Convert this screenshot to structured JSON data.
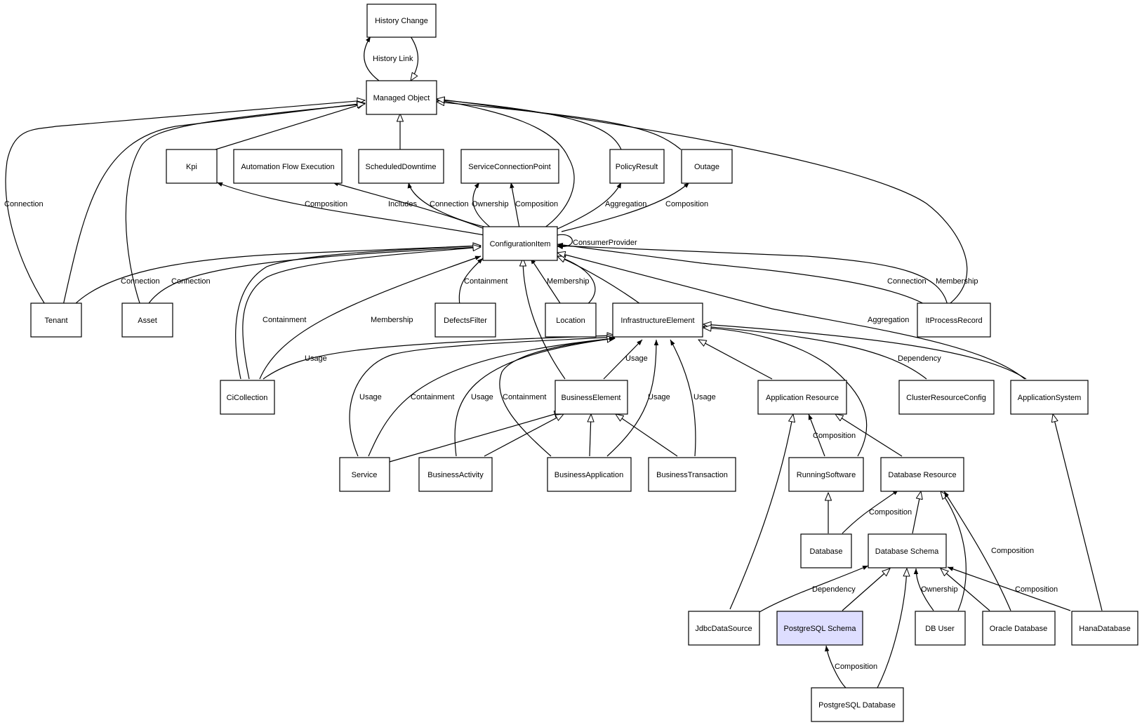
{
  "nodes": {
    "history_change": "History Change",
    "managed_object": "Managed Object",
    "kpi": "Kpi",
    "automation_flow_execution": "Automation Flow Execution",
    "scheduled_downtime": "ScheduledDowntime",
    "service_connection_point": "ServiceConnectionPoint",
    "policy_result": "PolicyResult",
    "outage": "Outage",
    "configuration_item": "ConfigurationItem",
    "tenant": "Tenant",
    "asset": "Asset",
    "defects_filter": "DefectsFilter",
    "location": "Location",
    "infrastructure_element": "InfrastructureElement",
    "it_process_record": "ItProcessRecord",
    "ci_collection": "CiCollection",
    "business_element": "BusinessElement",
    "application_resource": "Application Resource",
    "cluster_resource_config": "ClusterResourceConfig",
    "application_system": "ApplicationSystem",
    "service": "Service",
    "business_activity": "BusinessActivity",
    "business_application": "BusinessApplication",
    "business_transaction": "BusinessTransaction",
    "running_software": "RunningSoftware",
    "database_resource": "Database Resource",
    "database": "Database",
    "database_schema": "Database Schema",
    "jdbc_data_source": "JdbcDataSource",
    "postgresql_schema": "PostgreSQL Schema",
    "db_user": "DB User",
    "oracle_database": "Oracle Database",
    "hana_database": "HanaDatabase",
    "postgresql_database": "PostgreSQL Database"
  },
  "edge_labels": {
    "history_link": "History Link",
    "connection": "Connection",
    "composition": "Composition",
    "includes": "Includes",
    "ownership": "Ownership",
    "aggregation": "Aggregation",
    "consumer_provider": "ConsumerProvider",
    "containment": "Containment",
    "membership": "Membership",
    "usage": "Usage",
    "dependency": "Dependency"
  },
  "colors": {
    "highlight_fill": "#dedeff",
    "node_fill": "#ffffff",
    "stroke": "#000000"
  }
}
